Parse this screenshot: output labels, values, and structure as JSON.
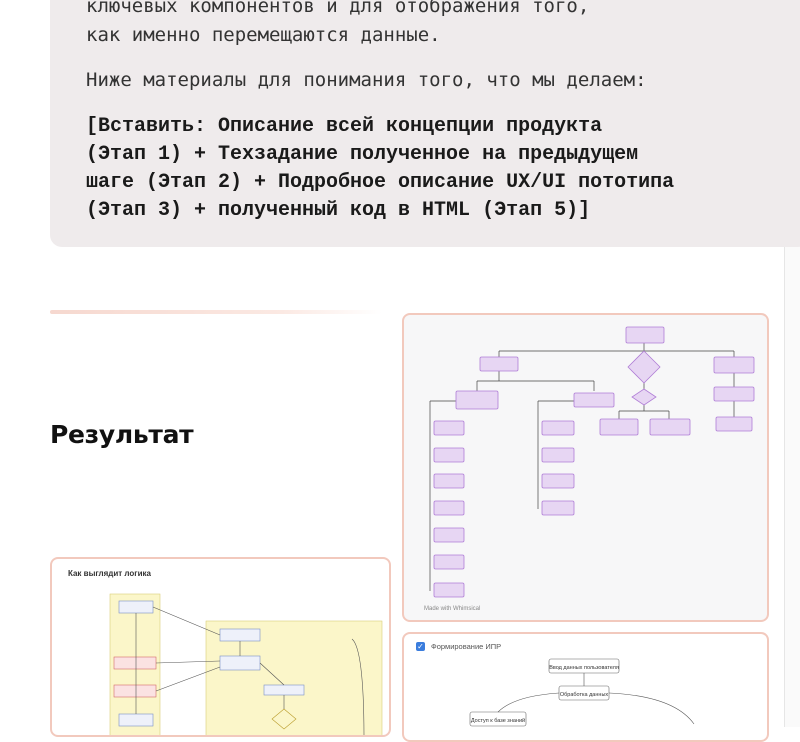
{
  "prompt": {
    "lines": [
      "ключевых компонентов и для отображения того,",
      "как именно перемещаются данные."
    ],
    "materials_line": "Ниже материалы для понимания того, что мы делаем:",
    "insert_lines": [
      "[Вставить: Описание всей концепции продукта",
      "(Этап 1) + Техзадание полученное на предыдущем",
      "шаге (Этап 2) + Подробное описание UX/UI пототипа",
      "(Этап 3) + полученный код в HTML (Этап 5)]"
    ]
  },
  "result_heading": "Результат",
  "flow_card": {
    "watermark": "Made with Whimsical"
  },
  "logic_card": {
    "title": "Как выглядит логика"
  },
  "ipr_card": {
    "title": "Формирование ИПР",
    "nodes": [
      "Ввод данных пользователя",
      "Обработка данных",
      "Доступ к базе знаний"
    ]
  },
  "colors": {
    "block_bg": "#efebec",
    "card_border": "#f2c9bd",
    "node_purple": "#e7d6f3",
    "node_border": "#b07ed6",
    "logic_yellow": "#fbf6c9",
    "checkbox_blue": "#3b7ddd"
  }
}
